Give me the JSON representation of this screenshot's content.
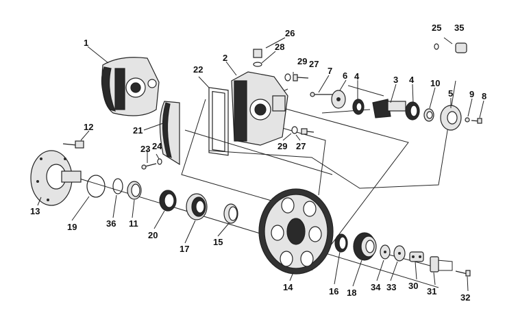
{
  "diagram": {
    "labels": [
      "1",
      "2",
      "3",
      "4",
      "4",
      "5",
      "6",
      "7",
      "8",
      "9",
      "10",
      "11",
      "12",
      "13",
      "14",
      "15",
      "16",
      "17",
      "18",
      "19",
      "20",
      "21",
      "22",
      "23",
      "24",
      "25",
      "26",
      "27",
      "27",
      "28",
      "29",
      "29",
      "30",
      "31",
      "32",
      "33",
      "34",
      "35",
      "36"
    ]
  }
}
